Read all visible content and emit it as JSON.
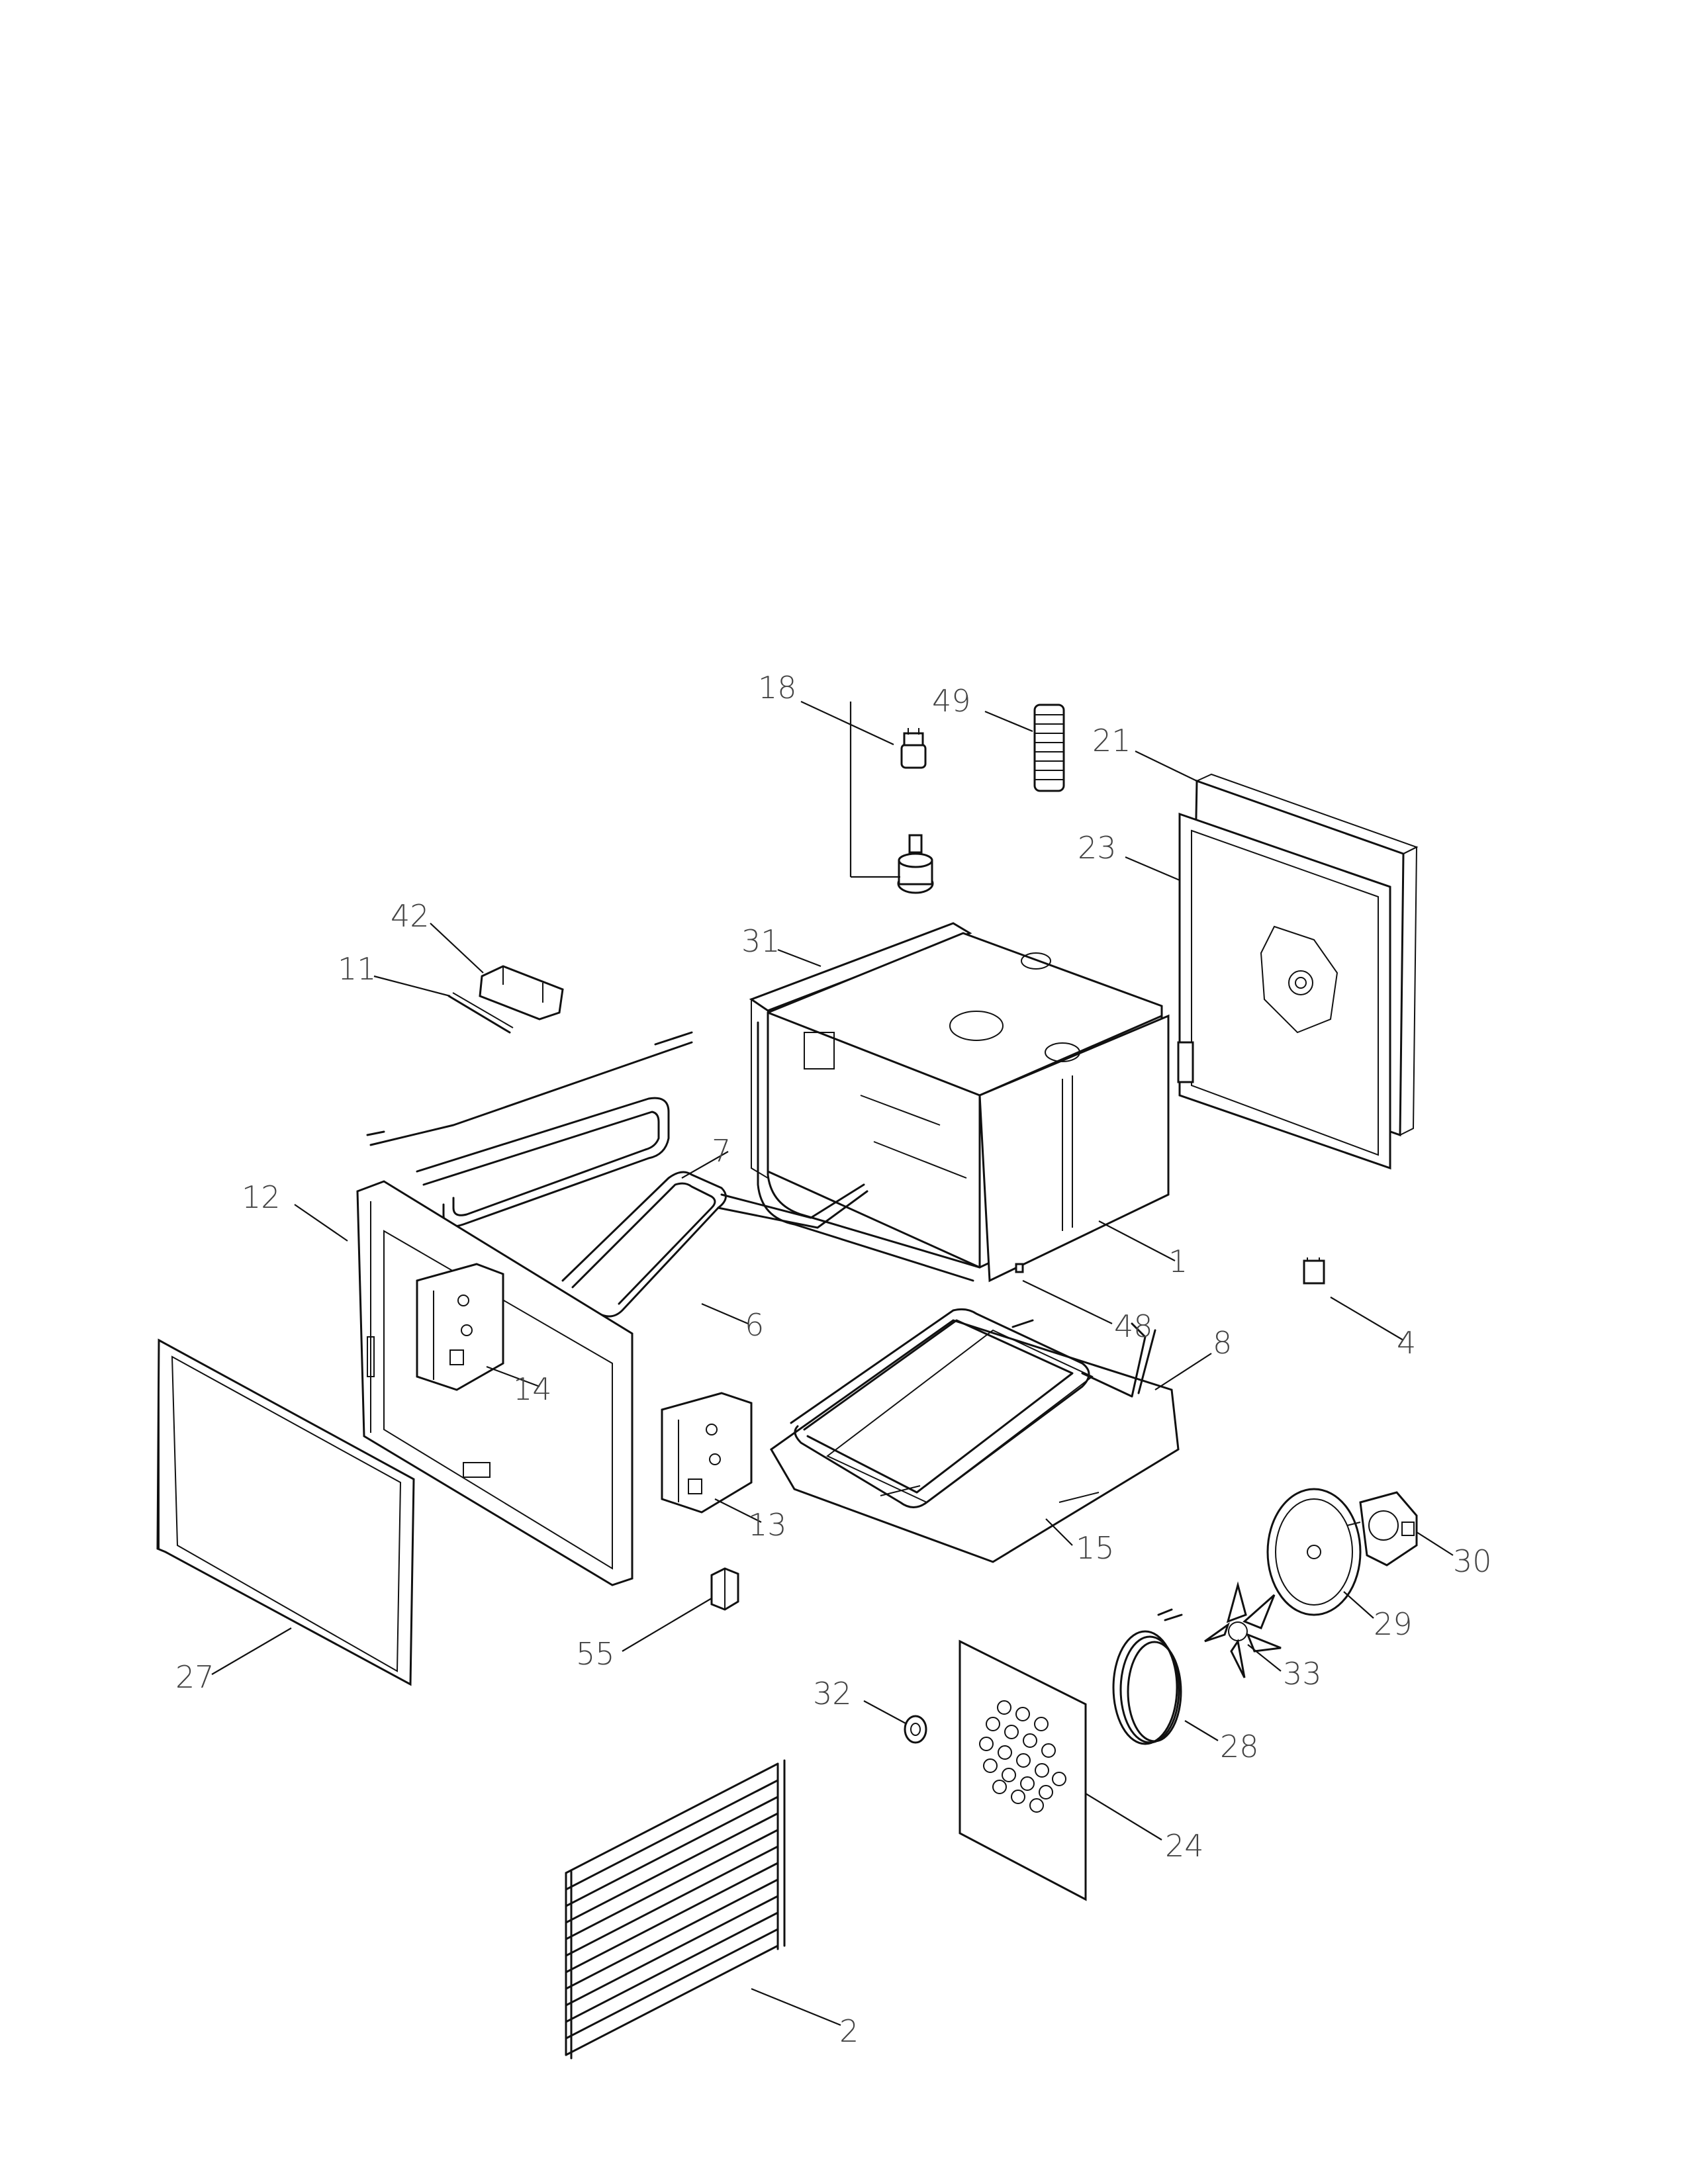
{
  "diagram": {
    "kind": "exploded parts view",
    "stroke_color": "#111111",
    "label_color": "#444444",
    "callouts": [
      {
        "id": "p18",
        "label": "18"
      },
      {
        "id": "p49",
        "label": "49"
      },
      {
        "id": "p21",
        "label": "21"
      },
      {
        "id": "p23",
        "label": "23"
      },
      {
        "id": "p42",
        "label": "42"
      },
      {
        "id": "p11",
        "label": "11"
      },
      {
        "id": "p31",
        "label": "31"
      },
      {
        "id": "p7",
        "label": "7"
      },
      {
        "id": "p12",
        "label": "12"
      },
      {
        "id": "p1",
        "label": "1"
      },
      {
        "id": "p6",
        "label": "6"
      },
      {
        "id": "p48",
        "label": "48"
      },
      {
        "id": "p4",
        "label": "4"
      },
      {
        "id": "p8",
        "label": "8"
      },
      {
        "id": "p14",
        "label": "14"
      },
      {
        "id": "p13",
        "label": "13"
      },
      {
        "id": "p15",
        "label": "15"
      },
      {
        "id": "p30",
        "label": "30"
      },
      {
        "id": "p29",
        "label": "29"
      },
      {
        "id": "p55",
        "label": "55"
      },
      {
        "id": "p33",
        "label": "33"
      },
      {
        "id": "p27",
        "label": "27"
      },
      {
        "id": "p32",
        "label": "32"
      },
      {
        "id": "p28",
        "label": "28"
      },
      {
        "id": "p24",
        "label": "24"
      },
      {
        "id": "p2",
        "label": "2"
      }
    ]
  }
}
